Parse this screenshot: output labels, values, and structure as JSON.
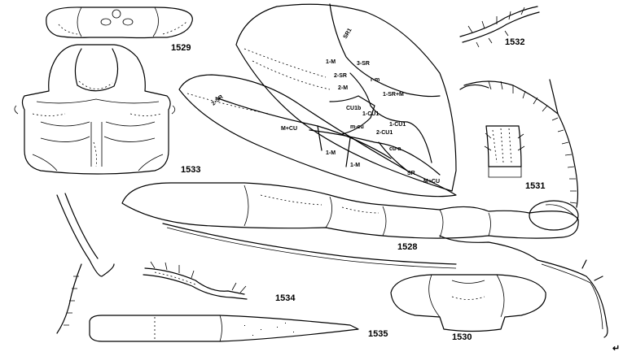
{
  "figure_labels": {
    "f1528": "1528",
    "f1529": "1529",
    "f1530": "1530",
    "f1531": "1531",
    "f1532": "1532",
    "f1533": "1533",
    "f1534": "1534",
    "f1535": "1535"
  },
  "wing_labels": {
    "fore": [
      "SR1",
      "3-SR",
      "1-M",
      "2-SR",
      "2-M",
      "r-m",
      "1-SR+M",
      "CU1b",
      "1-CU1",
      "m-cu",
      "1-CU1",
      "2-CU1"
    ],
    "hind": [
      "2-SR",
      "M+CU",
      "1-M",
      "cu-a",
      "1-M",
      "SR",
      "M+CU"
    ]
  },
  "corner_mark": "↵",
  "colors": {
    "ink": "#000000",
    "paper": "#ffffff"
  }
}
